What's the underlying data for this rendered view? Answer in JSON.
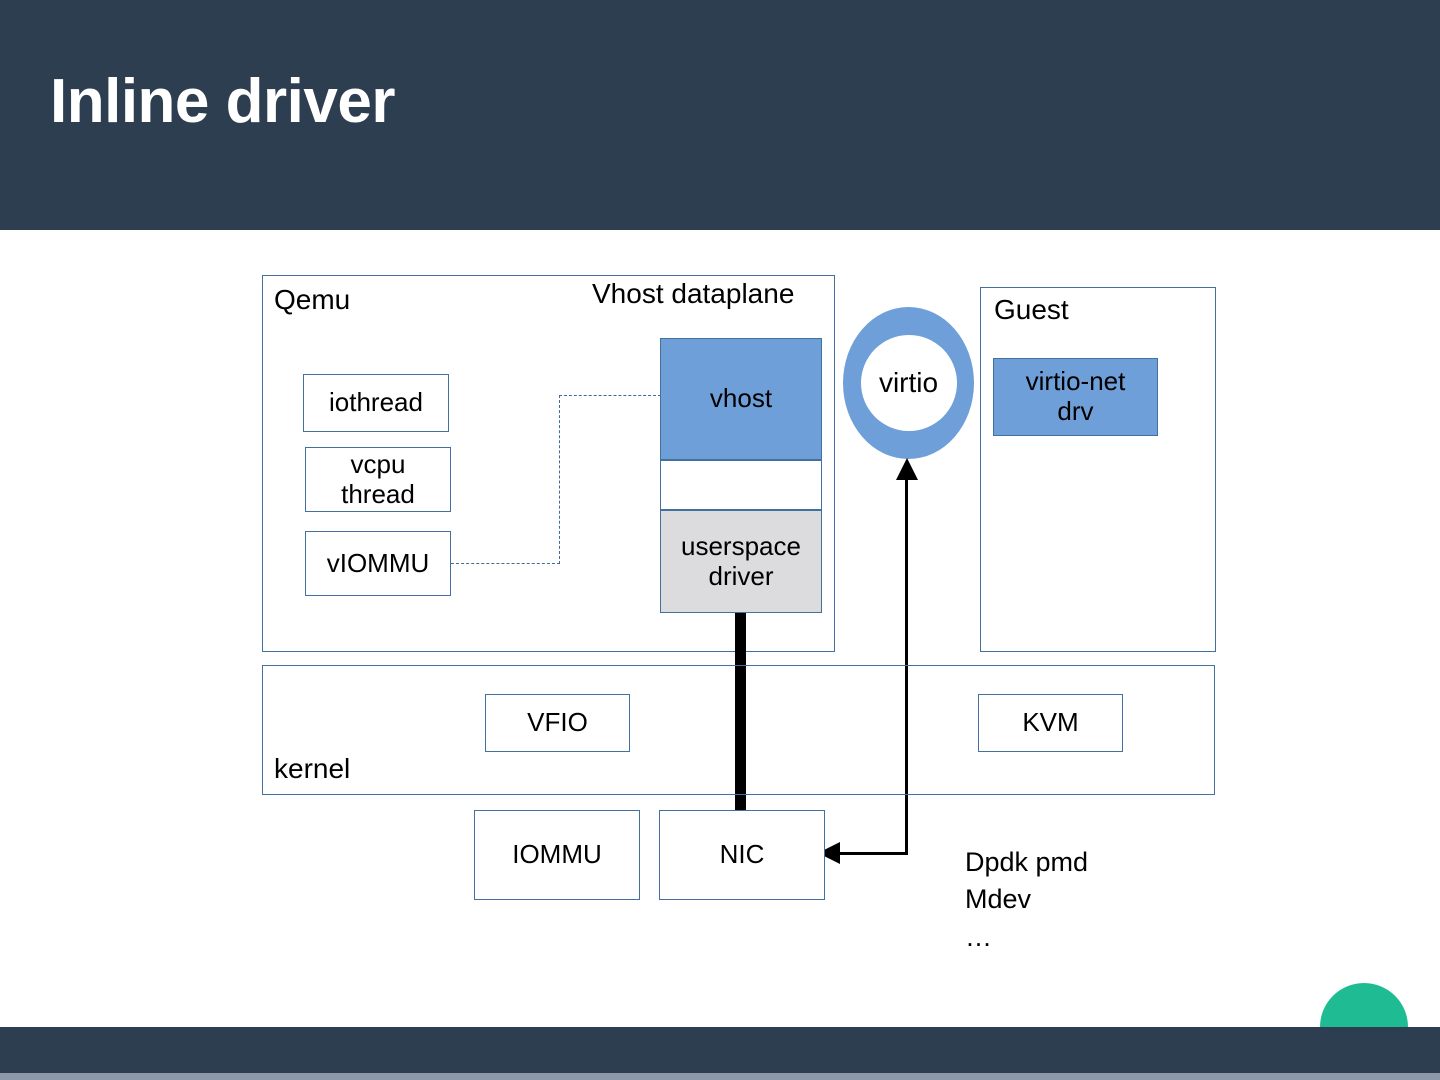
{
  "slide": {
    "title": "Inline driver",
    "header_color": "#2e3e51",
    "accent_dot_color": "#1fbc94",
    "background": "#ffffff"
  },
  "diagram": {
    "qemu": {
      "label": "Qemu",
      "vhost_dataplane_label": "Vhost dataplane",
      "threads": [
        {
          "label": "iothread"
        },
        {
          "label": "vcpu\nthread"
        },
        {
          "label": "vIOMMU"
        }
      ],
      "stack": [
        {
          "label": "vhost",
          "fill": "#6f9fd8"
        },
        {
          "label": "",
          "fill": "#ffffff"
        },
        {
          "label": "userspace\ndriver",
          "fill": "#dcdcde"
        }
      ]
    },
    "virtio_ring": {
      "label": "virtio",
      "fill": "#6f9fd8"
    },
    "guest": {
      "label": "Guest",
      "driver": {
        "label": "virtio-net\ndrv",
        "fill": "#6f9fd8"
      }
    },
    "kernel": {
      "label": "kernel",
      "modules": [
        {
          "label": "VFIO"
        },
        {
          "label": "KVM"
        }
      ]
    },
    "hardware": [
      {
        "label": "IOMMU"
      },
      {
        "label": "NIC"
      }
    ],
    "annotation": "Dpdk pmd\nMdev\n…"
  }
}
